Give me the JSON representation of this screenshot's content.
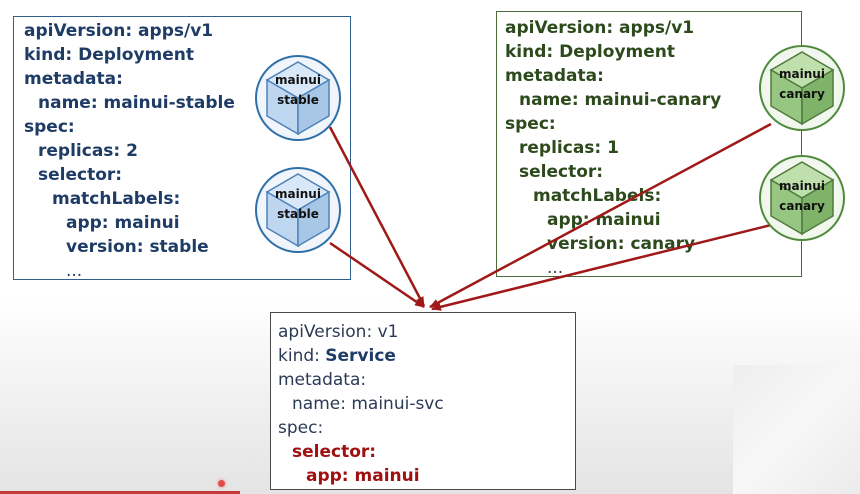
{
  "deployment_stable": {
    "lines": [
      "apiVersion: apps/v1",
      "kind: Deployment",
      "metadata:",
      "name: mainui-stable",
      "spec:",
      "replicas: 2",
      "selector:",
      "matchLabels:",
      "app: mainui",
      "version: stable",
      "..."
    ]
  },
  "deployment_canary": {
    "lines": [
      "apiVersion: apps/v1",
      "kind: Deployment",
      "metadata:",
      "name: mainui-canary",
      "spec:",
      "replicas: 1",
      "selector:",
      "matchLabels:",
      "app: mainui",
      "version: canary",
      "..."
    ]
  },
  "service": {
    "api_key": "apiVersion: ",
    "api_val": "v1",
    "kind_key": "kind: ",
    "kind_val": "Service",
    "metadata": "metadata:",
    "name": "name: mainui-svc",
    "spec": "spec:",
    "selector": "selector:",
    "app": "app: mainui"
  },
  "pods": [
    {
      "line1": "mainui",
      "line2": "stable"
    },
    {
      "line1": "mainui",
      "line2": "stable"
    },
    {
      "line1": "mainui",
      "line2": "canary"
    },
    {
      "line1": "mainui",
      "line2": "canary"
    }
  ],
  "colors": {
    "stable_border": "#2f5f8f",
    "stable_text": "#1e3c66",
    "canary_border": "#4a6a38",
    "canary_text": "#2c4a1c",
    "label_red": "#a01010",
    "arrow": "#a01818",
    "stable_cube": "#c6dcf2",
    "canary_cube": "#9cc78a"
  }
}
